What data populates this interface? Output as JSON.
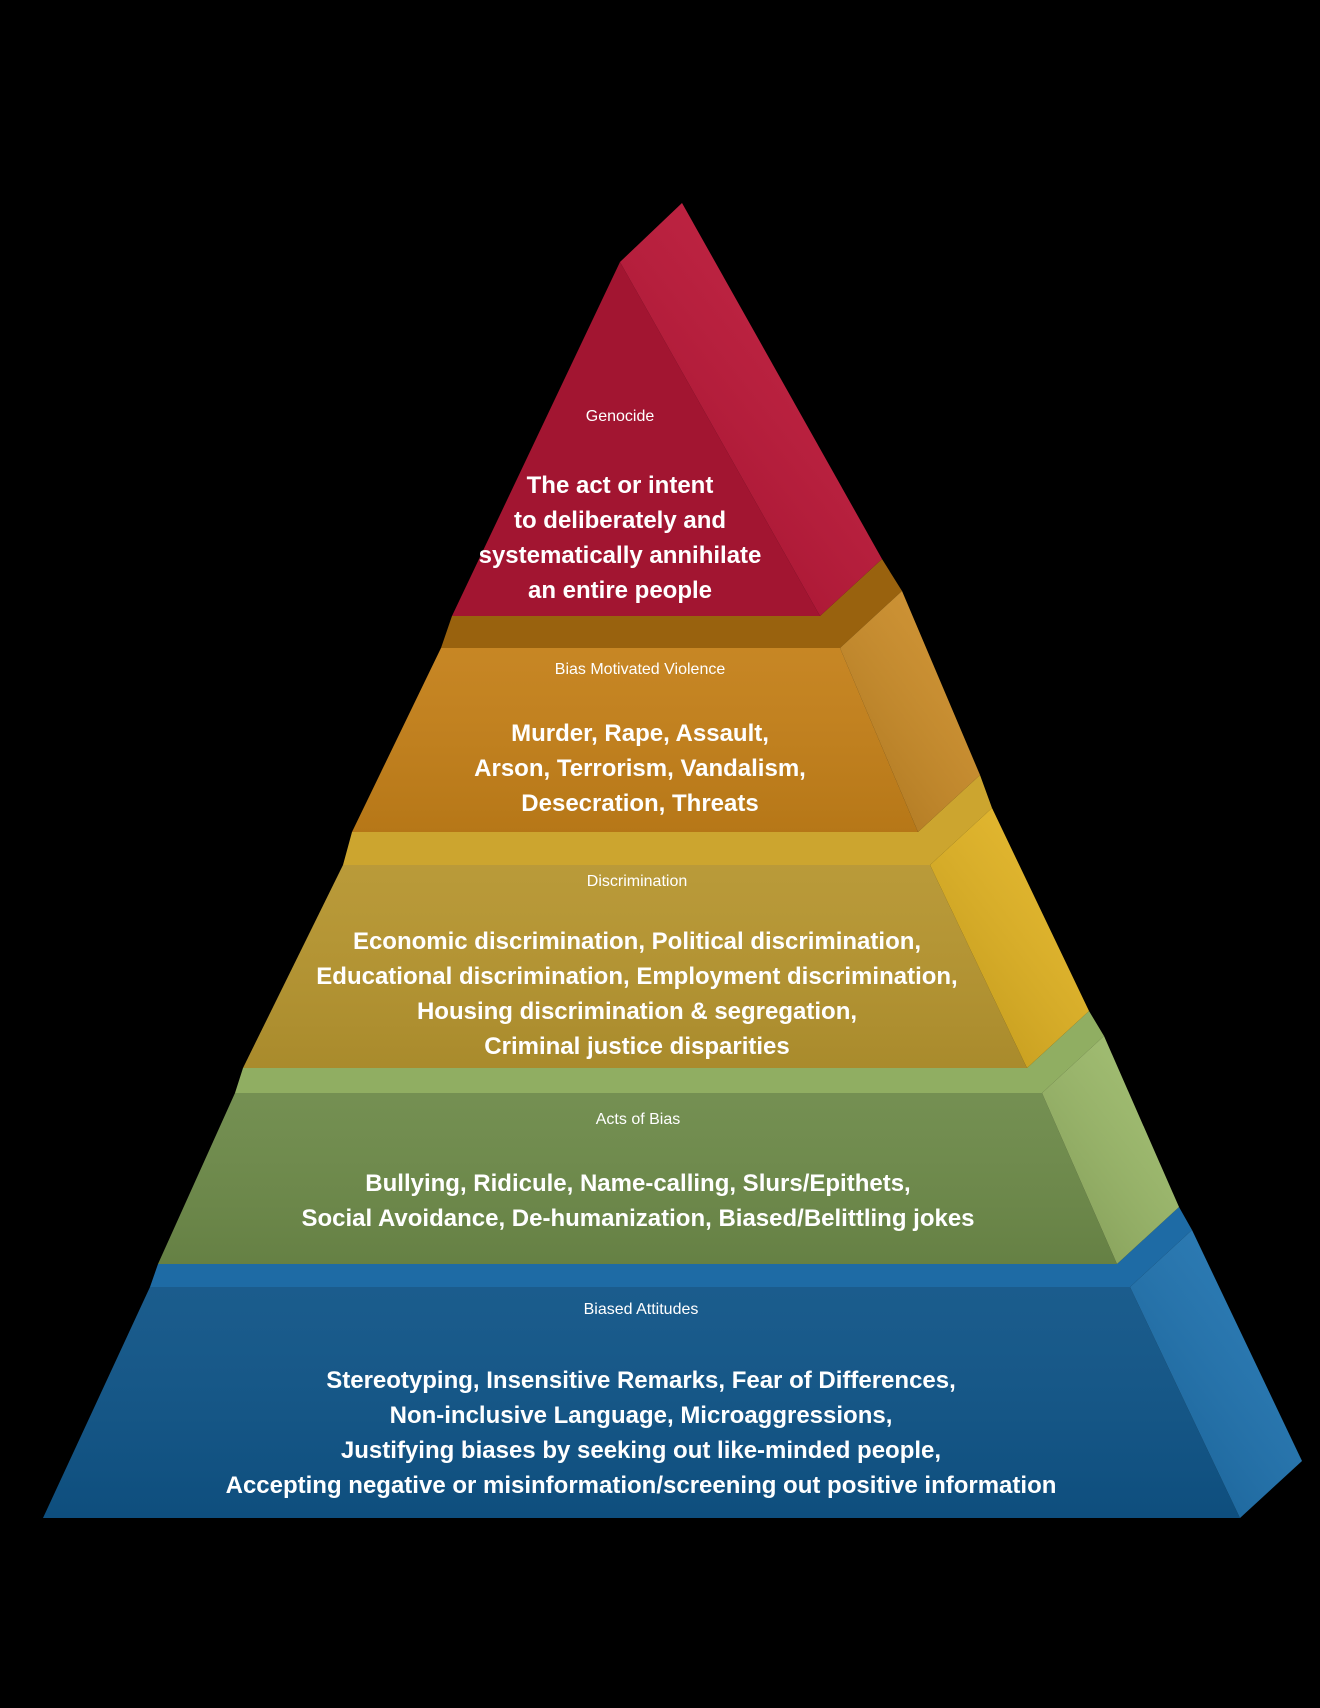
{
  "background_color": "#000000",
  "text_color": "#FFFFFF",
  "diagram": {
    "kind": "pyramid-of-hate",
    "level_count": 5
  },
  "levels": [
    {
      "id": "genocide",
      "title": "Genocide",
      "lines": [
        "The act or intent",
        "to deliberately and",
        "systematically annihilate",
        "an entire people"
      ],
      "colors": {
        "front": "#A21531",
        "side": "#BF1335"
      }
    },
    {
      "id": "bias-motivated-violence",
      "title": "Bias Motivated Violence",
      "lines": [
        "Murder, Rape, Assault,",
        "Arson, Terrorism, Vandalism,",
        "Desecration, Threats"
      ],
      "colors": {
        "top": "#99620E",
        "front": "#C48019",
        "side": "#CE8D25"
      }
    },
    {
      "id": "discrimination",
      "title": "Discrimination",
      "lines": [
        "Economic discrimination, Political discrimination,",
        "Educational discrimination, Employment discrimination,",
        "Housing discrimination & segregation,",
        "Criminal justice disparities"
      ],
      "colors": {
        "top": "#CCA52F",
        "front": "#B6952F",
        "side": "#E5B51F"
      }
    },
    {
      "id": "acts-of-bias",
      "title": "Acts of Bias",
      "lines": [
        "Bullying, Ridicule, Name-calling, Slurs/Epithets,",
        "Social Avoidance, De-humanization, Biased/Belittling jokes"
      ],
      "colors": {
        "top": "#90AE62",
        "front": "#6D8A49",
        "side": "#9CBB68"
      }
    },
    {
      "id": "biased-attitudes",
      "title": "Biased Attitudes",
      "lines": [
        "Stereotyping, Insensitive Remarks, Fear of Differences,",
        "Non-inclusive Language, Microaggressions,",
        "Justifying biases by seeking out like-minded people,",
        "Accepting negative or misinformation/screening out positive information"
      ],
      "colors": {
        "top": "#1E6BA5",
        "front": "#0F5487",
        "side": "#1C73B2"
      }
    }
  ]
}
